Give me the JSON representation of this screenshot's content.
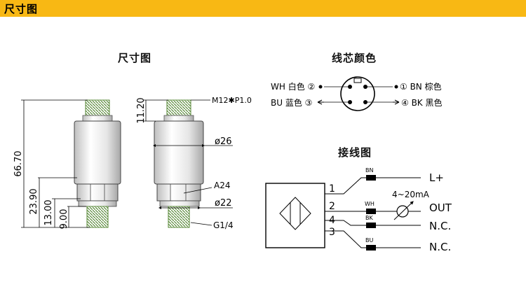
{
  "header": {
    "title": "尺寸图",
    "bar_color": "#f8b814"
  },
  "sections": {
    "dimensions_title": "尺寸图",
    "wire_title": "线芯颜色",
    "wiring_title": "接线图"
  },
  "dimensions": {
    "total_height": "66.70",
    "body_lower": "23.90",
    "hex_height": "13.00",
    "thread_height": "9.00",
    "connector_height": "11.20",
    "connector_thread": "M12✱P1.0",
    "body_diameter": "ø26",
    "hex_size": "A24",
    "flange_diameter": "ø22",
    "process_thread": "G1/4"
  },
  "wire_colors": {
    "pin2": "WH 白色 ②",
    "pin1": "① BN 棕色",
    "pin3": "BU 蓝色 ③",
    "pin4": "④ BK 黑色"
  },
  "wiring": {
    "pin_numbers": [
      "1",
      "2",
      "4",
      "3"
    ],
    "wire_codes": [
      "BN",
      "WH",
      "BK",
      "BU"
    ],
    "outputs": [
      "L+",
      "OUT",
      "N.C.",
      "N.C."
    ],
    "signal": "4~20mA"
  }
}
